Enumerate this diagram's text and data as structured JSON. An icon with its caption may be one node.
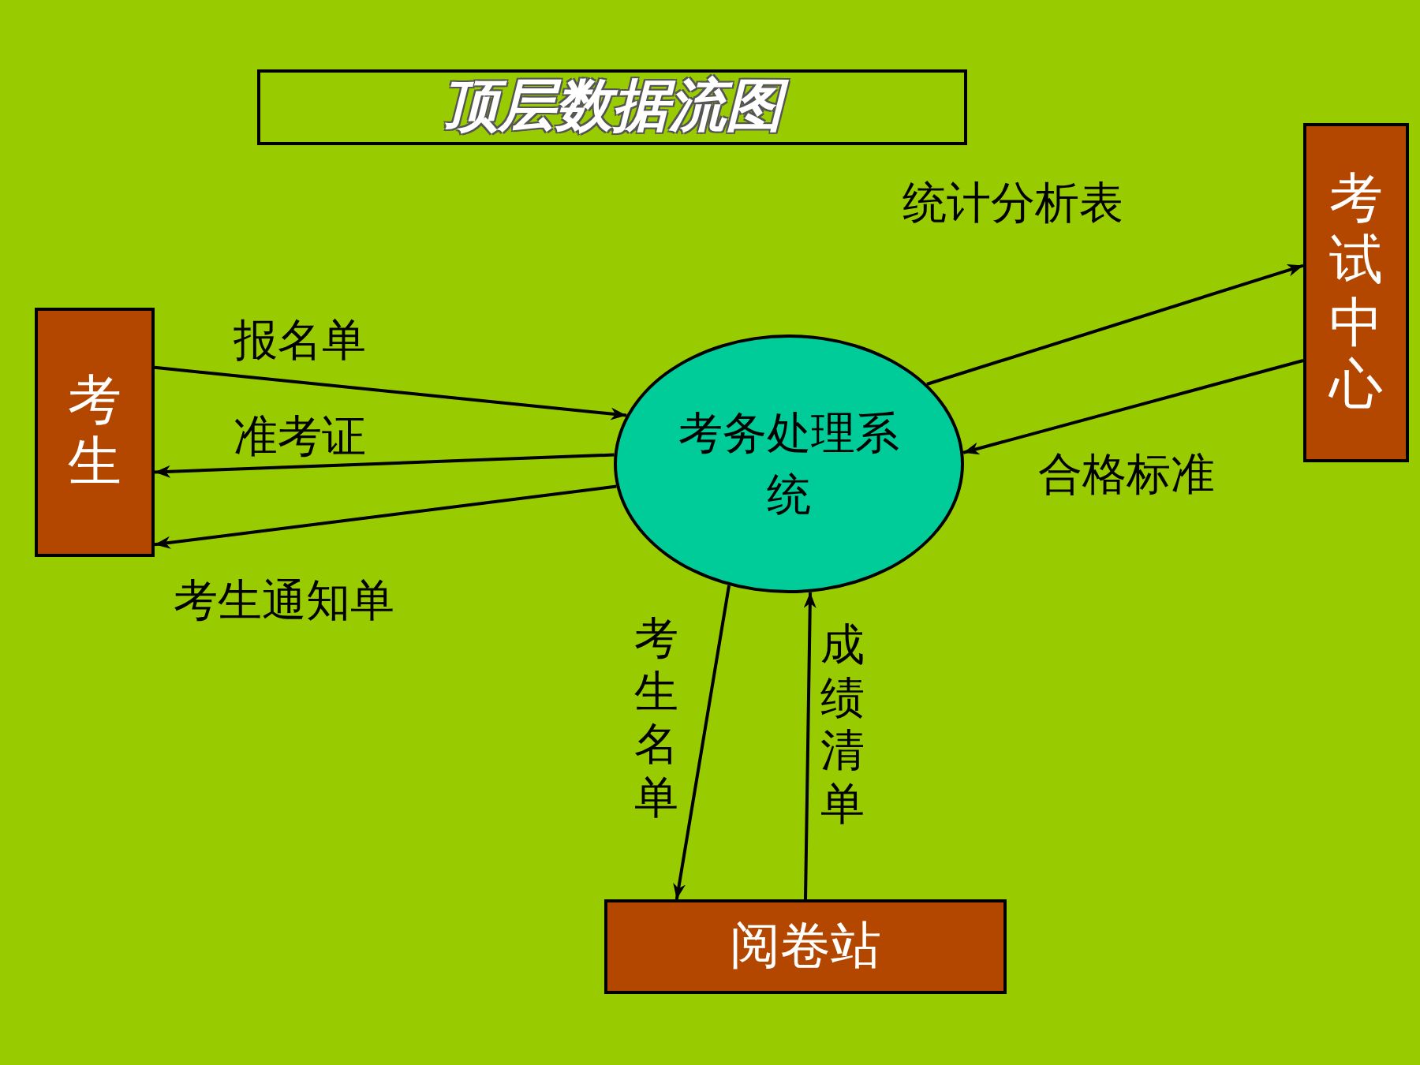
{
  "diagram": {
    "title": "顶层数据流图",
    "nodes": [
      {
        "text": [
          "考生"
        ]
      },
      {
        "text": [
          "考务处理系统"
        ]
      },
      {
        "text": [
          "考试中心"
        ]
      },
      {
        "text": [
          "阅卷站"
        ]
      }
    ],
    "edges": [
      {
        "from": 0,
        "to": 1,
        "arrow": "to",
        "label": "报名单"
      },
      {
        "from": 1,
        "to": 0,
        "arrow": "to",
        "label": "准考证"
      },
      {
        "from": 1,
        "to": 0,
        "arrow": "to",
        "label": "考生通知单"
      },
      {
        "from": 1,
        "to": 2,
        "arrow": "to",
        "label": "统计分析表"
      },
      {
        "from": 2,
        "to": 1,
        "arrow": "to",
        "label": "合格标准"
      },
      {
        "from": 1,
        "to": 3,
        "arrow": "to",
        "label": "考生名单"
      },
      {
        "from": 3,
        "to": 1,
        "arrow": "to",
        "label": "成绩清单"
      }
    ]
  }
}
